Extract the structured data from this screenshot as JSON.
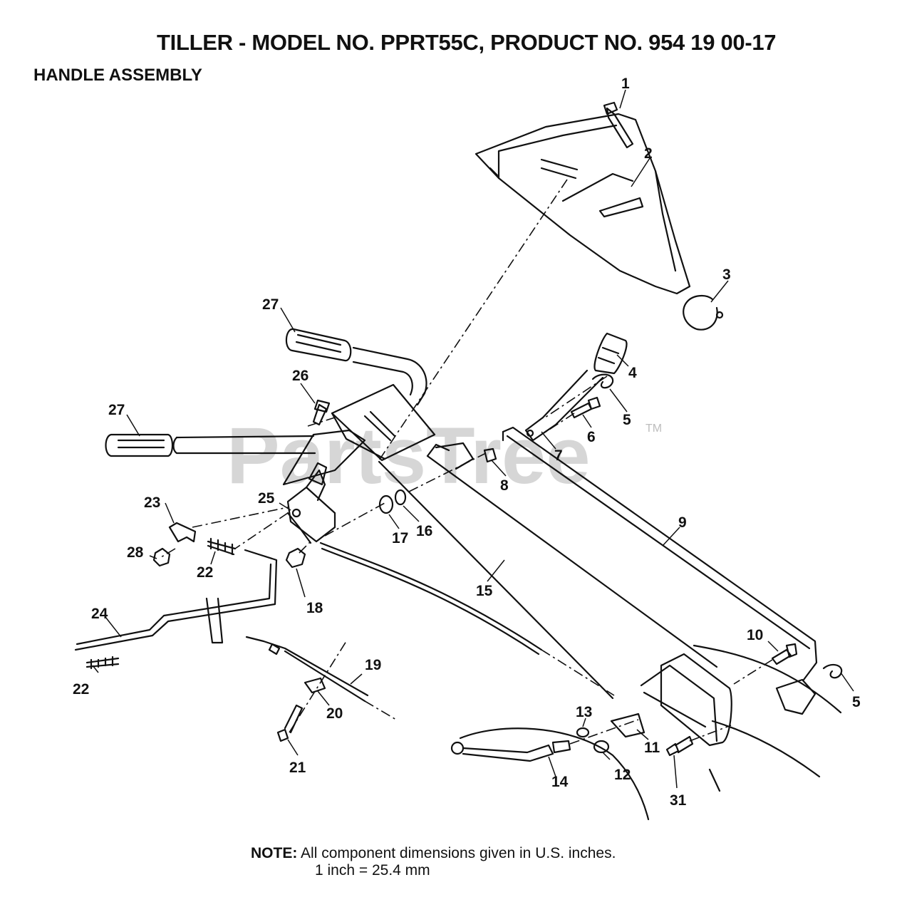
{
  "title": "TILLER - MODEL NO. PPRT55C, PRODUCT NO. 954 19 00-17",
  "subtitle": "HANDLE ASSEMBLY",
  "watermark": {
    "text": "PartsTree",
    "trademark": "TM"
  },
  "note": {
    "label": "NOTE:",
    "line1": "All component dimensions given in U.S. inches.",
    "line2": "1 inch = 25.4 mm"
  },
  "callouts": [
    "1",
    "2",
    "3",
    "27",
    "4",
    "26",
    "27",
    "5",
    "6",
    "7",
    "8",
    "25",
    "23",
    "17",
    "16",
    "9",
    "28",
    "22",
    "18",
    "15",
    "24",
    "10",
    "19",
    "22",
    "5",
    "20",
    "13",
    "11",
    "12",
    "21",
    "14",
    "31"
  ],
  "colors": {
    "ink": "#111111",
    "watermark": "#d6d6d6"
  }
}
